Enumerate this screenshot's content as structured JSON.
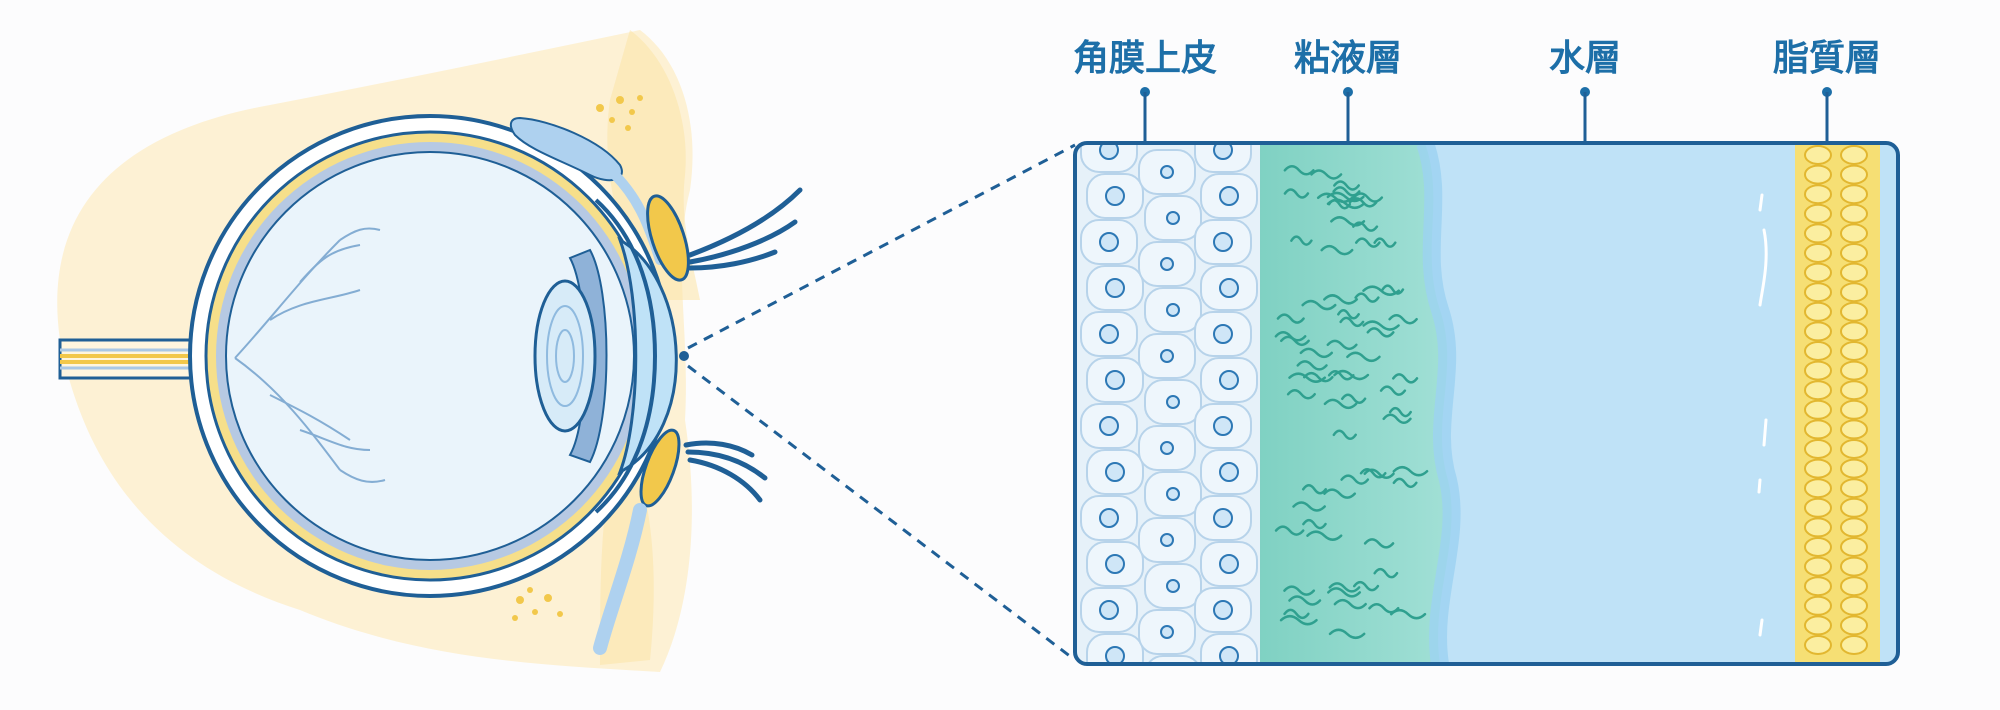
{
  "labels": {
    "corneal_epithelium": "角膜上皮",
    "mucin_layer": "粘液層",
    "aqueous_layer": "水層",
    "lipid_layer": "脂質層"
  },
  "colors": {
    "outline": "#1f5f96",
    "label": "#1d6fa8",
    "skin": "#fdf1d4",
    "eyeball": "#eaf4fb",
    "epithelium": "#e6f1f9",
    "mucin": "#7fd3c6",
    "aqueous": "#bfe2f7",
    "lipid": "#f6df74"
  }
}
